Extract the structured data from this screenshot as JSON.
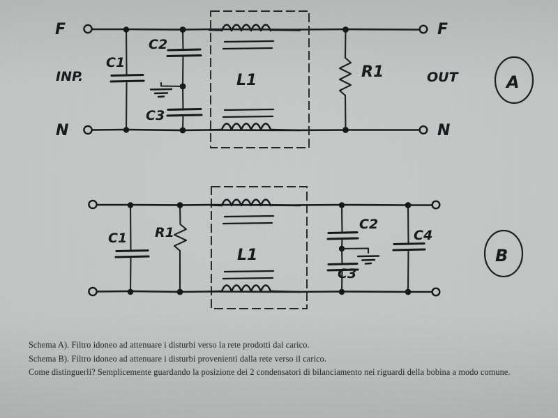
{
  "document": {
    "kind": "hand-drawn-schematic-photo",
    "background_color": "#c0c5c3",
    "ink_color": "#15181a"
  },
  "schema_a": {
    "marker": "A",
    "input_label": "INP.",
    "output_label": "OUT",
    "terminals": {
      "in_live": "F",
      "in_neutral": "N",
      "out_live": "F",
      "out_neutral": "N"
    },
    "components": [
      {
        "ref": "C1",
        "type": "capacitor",
        "position": "input-x-cap"
      },
      {
        "ref": "C2",
        "type": "capacitor",
        "position": "input-y-cap-upper"
      },
      {
        "ref": "C3",
        "type": "capacitor",
        "position": "input-y-cap-lower"
      },
      {
        "ref": "L1",
        "type": "common-mode-choke",
        "position": "center"
      },
      {
        "ref": "R1",
        "type": "resistor",
        "position": "output-bleeder"
      }
    ],
    "inductor_label": "L1",
    "resistor_label": "R1",
    "cap_labels": [
      "C1",
      "C2",
      "C3"
    ]
  },
  "schema_b": {
    "marker": "B",
    "terminals": {
      "in_top": "",
      "in_bottom": "",
      "out_top": "",
      "out_bottom": ""
    },
    "components": [
      {
        "ref": "C1",
        "type": "capacitor",
        "position": "input-x-cap"
      },
      {
        "ref": "R1",
        "type": "resistor",
        "position": "input-bleeder"
      },
      {
        "ref": "L1",
        "type": "common-mode-choke",
        "position": "center"
      },
      {
        "ref": "C2",
        "type": "capacitor",
        "position": "output-y-cap-upper"
      },
      {
        "ref": "C3",
        "type": "capacitor",
        "position": "output-y-cap-lower"
      },
      {
        "ref": "C4",
        "type": "capacitor",
        "position": "output-x-cap"
      }
    ],
    "inductor_label": "L1",
    "resistor_label": "R1",
    "cap_labels": [
      "C1",
      "C2",
      "C3",
      "C4"
    ]
  },
  "caption": {
    "line1": "Schema A). Filtro idoneo ad attenuare i disturbi verso la rete prodotti dal carico.",
    "line2": "Schema B). Filtro idoneo ad attenuare i disturbi provenienti dalla rete verso il carico.",
    "line3": "Come distinguerli? Semplicemente guardando la posizione dei 2 condensatori di bilanciamento nei riguardi della bobina a modo comune."
  }
}
